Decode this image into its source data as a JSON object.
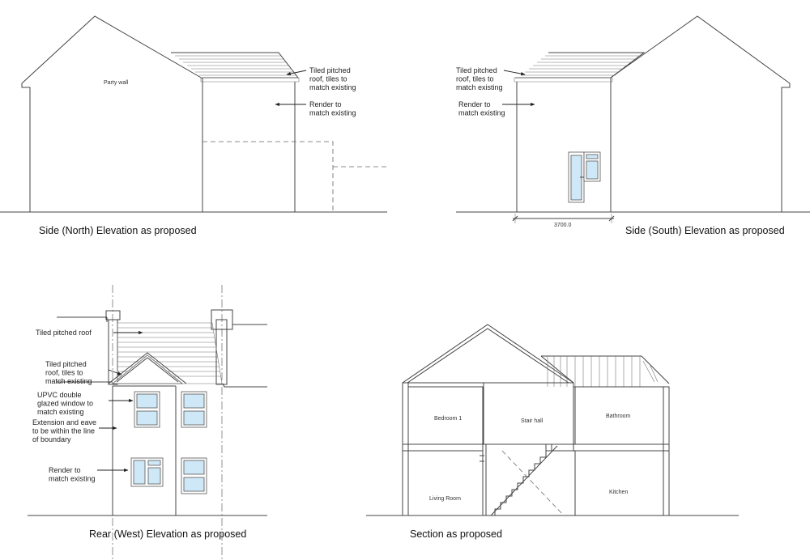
{
  "north": {
    "title": "Side (North) Elevation as proposed",
    "party_wall": "Party wall",
    "note_roof": [
      "Tiled pitched",
      "roof, tiles to",
      "match existing"
    ],
    "note_render": [
      "Render to",
      "match existing"
    ]
  },
  "south": {
    "title": "Side (South) Elevation as proposed",
    "note_roof": [
      "Tiled pitched",
      "roof, tiles to",
      "match existing"
    ],
    "note_render": [
      "Render to",
      "match existing"
    ],
    "dimension": "3700.0"
  },
  "rear": {
    "title": "Rear (West) Elevation as proposed",
    "note_roof_main": "Tiled pitched roof",
    "note_roof_ext": [
      "Tiled pitched",
      "roof, tiles to",
      "match existing"
    ],
    "note_window": [
      "UPVC double",
      "glazed window to",
      "match existing"
    ],
    "note_boundary": [
      "Extension and eave",
      "to be within the line",
      "of boundary"
    ],
    "note_render": [
      "Render to",
      "match existing"
    ]
  },
  "section": {
    "title": "Section as proposed",
    "rooms": {
      "bedroom": "Bedroom 1",
      "stair_hall": "Stair hall",
      "bathroom": "Bathroom",
      "living": "Living Room",
      "kitchen": "Kitchen"
    }
  },
  "colors": {
    "glazing": "#cfe8f7",
    "line": "#444444"
  }
}
